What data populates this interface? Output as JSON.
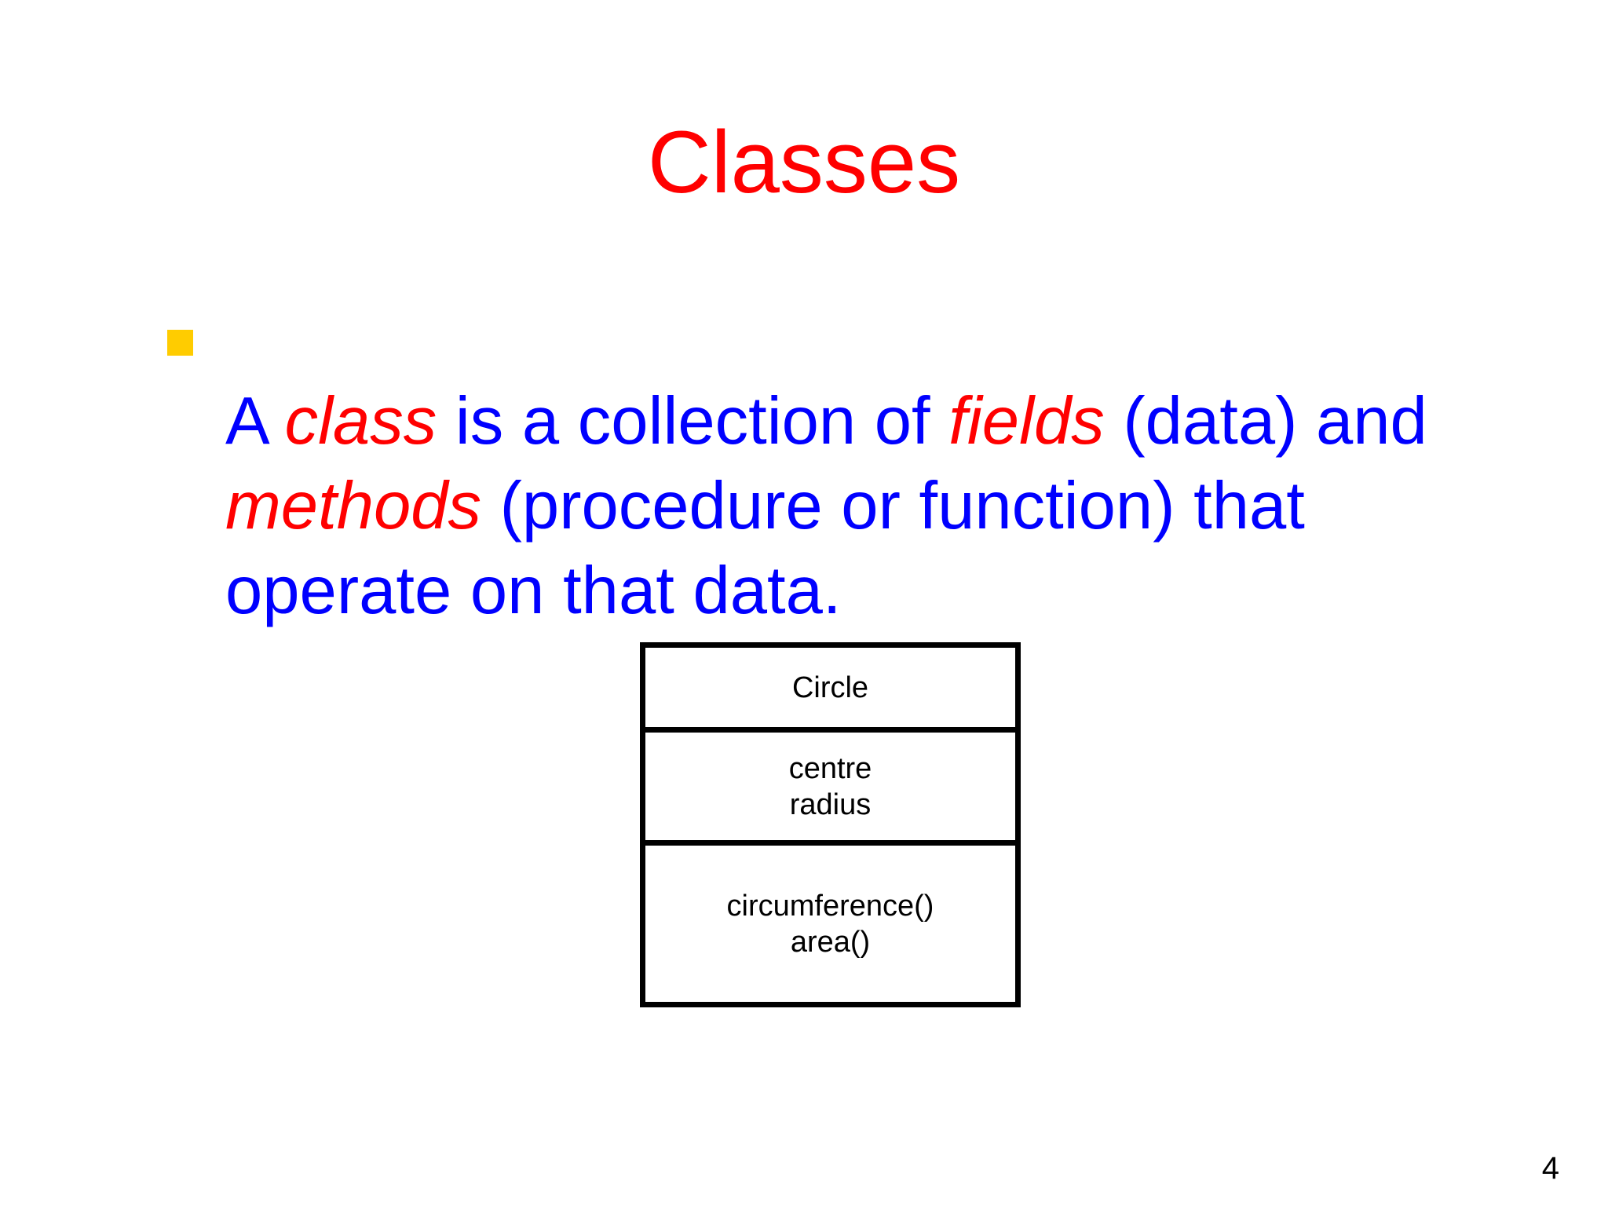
{
  "slide": {
    "title": "Classes",
    "page_number": "4",
    "background_color": "#ffffff",
    "title_color": "#ff0000",
    "body_color": "#0000ff",
    "emphasis_color": "#ff0000",
    "bullet_color": "#ffcc00",
    "diagram_color": "#000000"
  },
  "body": {
    "bullet_marker": "square-bullet",
    "segments": [
      {
        "text": "A ",
        "style": "plain"
      },
      {
        "text": "class",
        "style": "emphasis"
      },
      {
        "text": " is a collection of ",
        "style": "plain"
      },
      {
        "text": "fields",
        "style": "emphasis"
      },
      {
        "text": " (data) and ",
        "style": "plain"
      },
      {
        "text": "methods",
        "style": "emphasis"
      },
      {
        "text": " (procedure or function) that operate on that data.",
        "style": "plain"
      }
    ],
    "full_text": "A class is a collection of fields (data) and methods (procedure or function) that operate on that data."
  },
  "uml_class": {
    "name": "Circle",
    "fields": [
      "centre",
      "radius"
    ],
    "methods": [
      "circumference()",
      "area()"
    ]
  }
}
